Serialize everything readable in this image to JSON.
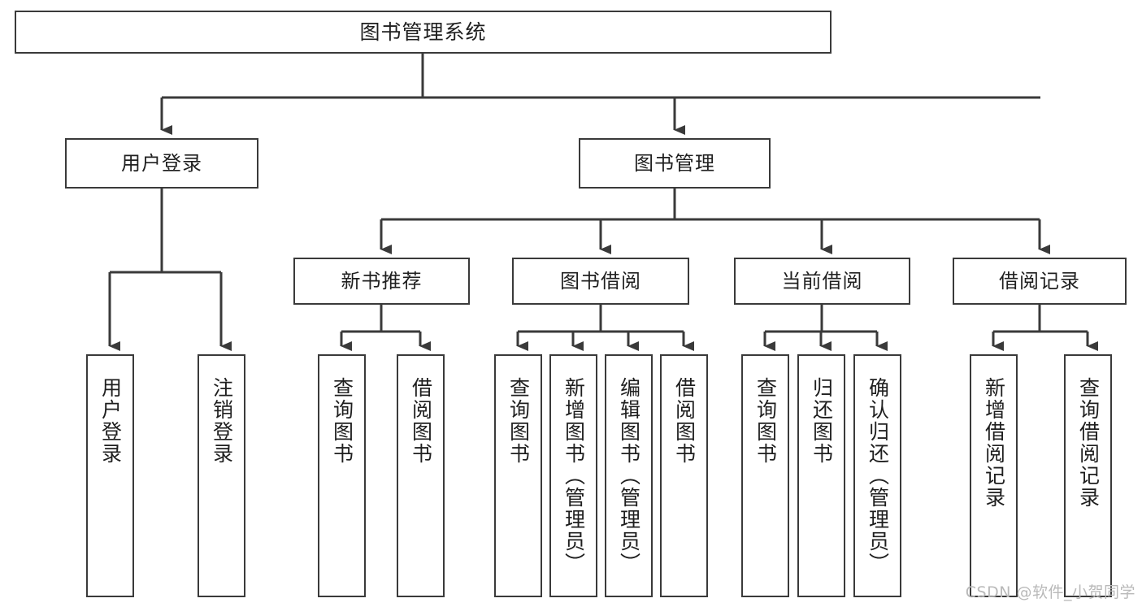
{
  "diagram": {
    "title": "图书管理系统",
    "type": "tree",
    "colors": {
      "box_border": "#3a3a3a",
      "box_fill": "#ffffff",
      "edge": "#3a3a3a",
      "text": "#1f1f1f",
      "watermark": "#b9b9b9",
      "background": "#ffffff"
    },
    "root": {
      "label": "图书管理系统"
    },
    "level2": [
      {
        "label": "用户登录"
      },
      {
        "label": "图书管理"
      }
    ],
    "level3": [
      {
        "label": "新书推荐"
      },
      {
        "label": "图书借阅"
      },
      {
        "label": "当前借阅"
      },
      {
        "label": "借阅记录"
      }
    ],
    "leaves": {
      "user_login": [
        {
          "label": "用户登录"
        },
        {
          "label": "注销登录"
        }
      ],
      "new_book_recommend": [
        {
          "label": "查询图书"
        },
        {
          "label": "借阅图书"
        }
      ],
      "book_borrow": [
        {
          "label": "查询图书"
        },
        {
          "label": "新增图书（管理员）"
        },
        {
          "label": "编辑图书（管理员）"
        },
        {
          "label": "借阅图书"
        }
      ],
      "current_borrow": [
        {
          "label": "查询图书"
        },
        {
          "label": "归还图书"
        },
        {
          "label": "确认归还（管理员）"
        }
      ],
      "borrow_record": [
        {
          "label": "新增借阅记录"
        },
        {
          "label": "查询借阅记录"
        }
      ]
    }
  },
  "watermark": {
    "text": "CSDN @软件_小贺同学"
  }
}
